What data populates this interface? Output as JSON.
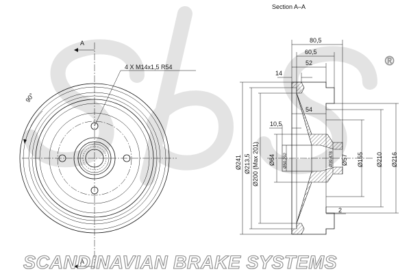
{
  "section_title": "Section A–A",
  "section_marker_top": "A",
  "section_marker_bottom": "A",
  "angle_label": "90°",
  "bolt_callout": "4 X M14x1,5   R54",
  "dims_horizontal": {
    "d80_5": "80,5",
    "d60_5": "60,5",
    "d52": "52",
    "d14": "14",
    "d54": "54",
    "d10_5": "10,5",
    "d2": "2"
  },
  "dims_vertical": {
    "d241": "Ø241",
    "d213_5": "Ø213,5",
    "d200": "Ø200 (Max 201)",
    "d64": "Ø64",
    "d50_292": "Ø50,292",
    "d39_878": "Ø39,878",
    "d57": "Ø57",
    "d155": "Ø155",
    "d210": "Ø210",
    "d216": "Ø216"
  },
  "brand_text": "SCANDINAVIAN BRAKE SYSTEMS",
  "registered_mark": "®",
  "colors": {
    "line": "#111111",
    "watermark": "#e3e3e3",
    "brand_outline": "#8a8a8a"
  }
}
